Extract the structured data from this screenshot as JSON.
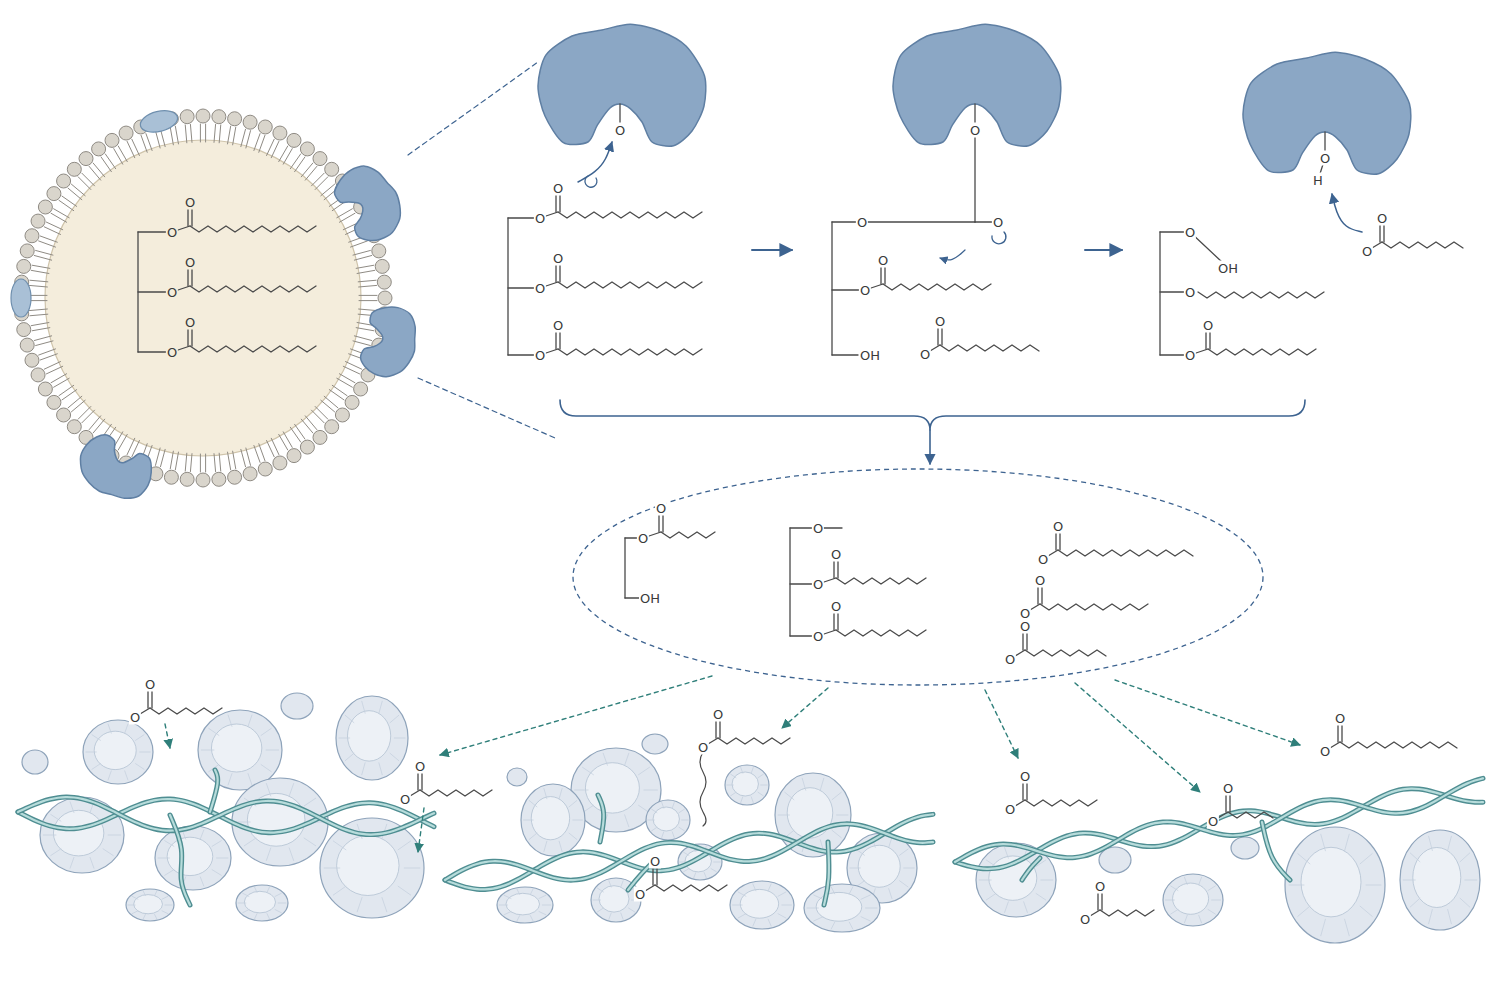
{
  "diagram": {
    "labels": [
      "O",
      "O",
      "O",
      "O",
      "O",
      "O",
      "O",
      "O",
      "O",
      "O",
      "O",
      "O",
      "O",
      "O",
      "O",
      "O",
      "O",
      "O",
      "OH",
      "O",
      "O",
      "O",
      "H",
      "O",
      "OH",
      "O",
      "O",
      "O",
      "O",
      "O",
      "O",
      "O",
      "OH",
      "O",
      "O",
      "O",
      "O",
      "O",
      "O",
      "O",
      "O",
      "O",
      "O",
      "O",
      "O",
      "O",
      "O",
      "O",
      "O",
      "O",
      "O",
      "O",
      "O",
      "O",
      "O",
      "O",
      "O",
      "O",
      "O",
      "O"
    ]
  }
}
